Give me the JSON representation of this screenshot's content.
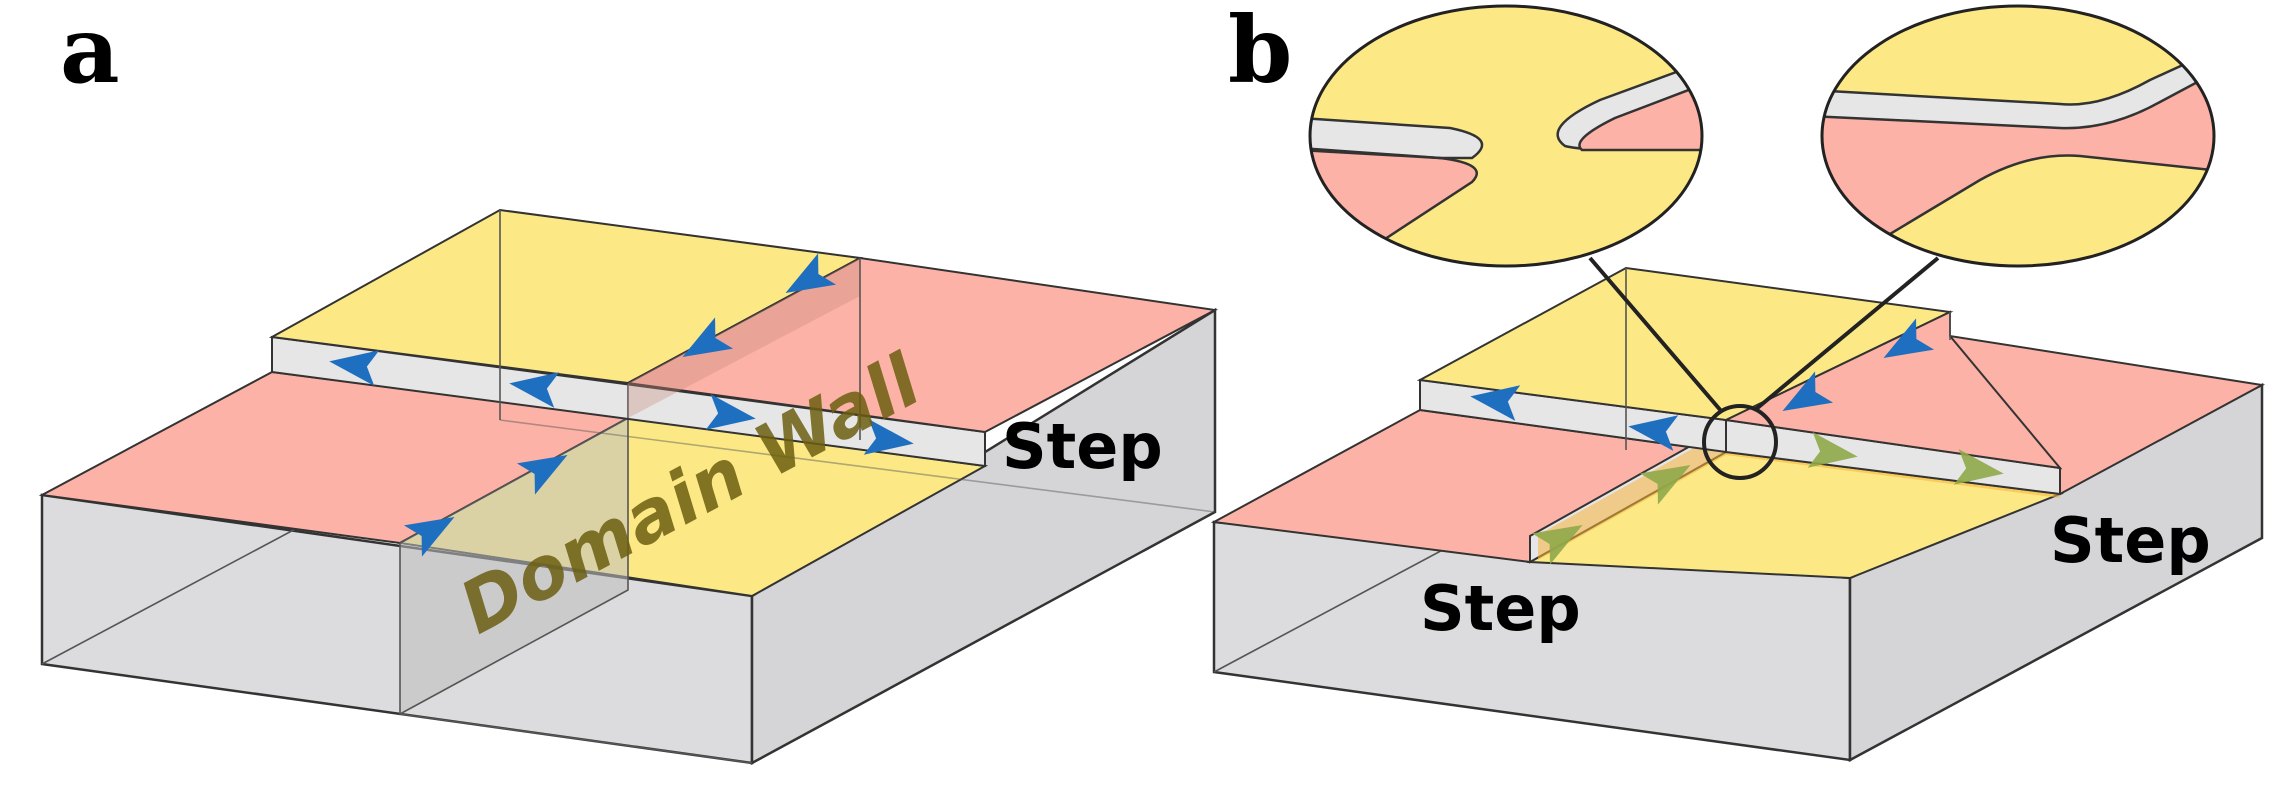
{
  "panels": {
    "a": {
      "letter": "a",
      "step_label": "Step",
      "wall_label": "Domain Wall"
    },
    "b": {
      "letter": "b",
      "step_label_front": "Step",
      "step_label_right": "Step"
    }
  },
  "colors": {
    "yellow": "#fce985",
    "pink": "#fcb2a6",
    "gray": "#dcdcde",
    "light_gray": "#e6e6e6",
    "blue_arrow": "#1f6fc0",
    "green_arrow": "#8fa84a",
    "orange_channel": "#f6b23c",
    "outline": "#333333"
  },
  "icons": {
    "arrow": "arrow-head-icon",
    "magnifier": "magnifier-circle-icon"
  }
}
